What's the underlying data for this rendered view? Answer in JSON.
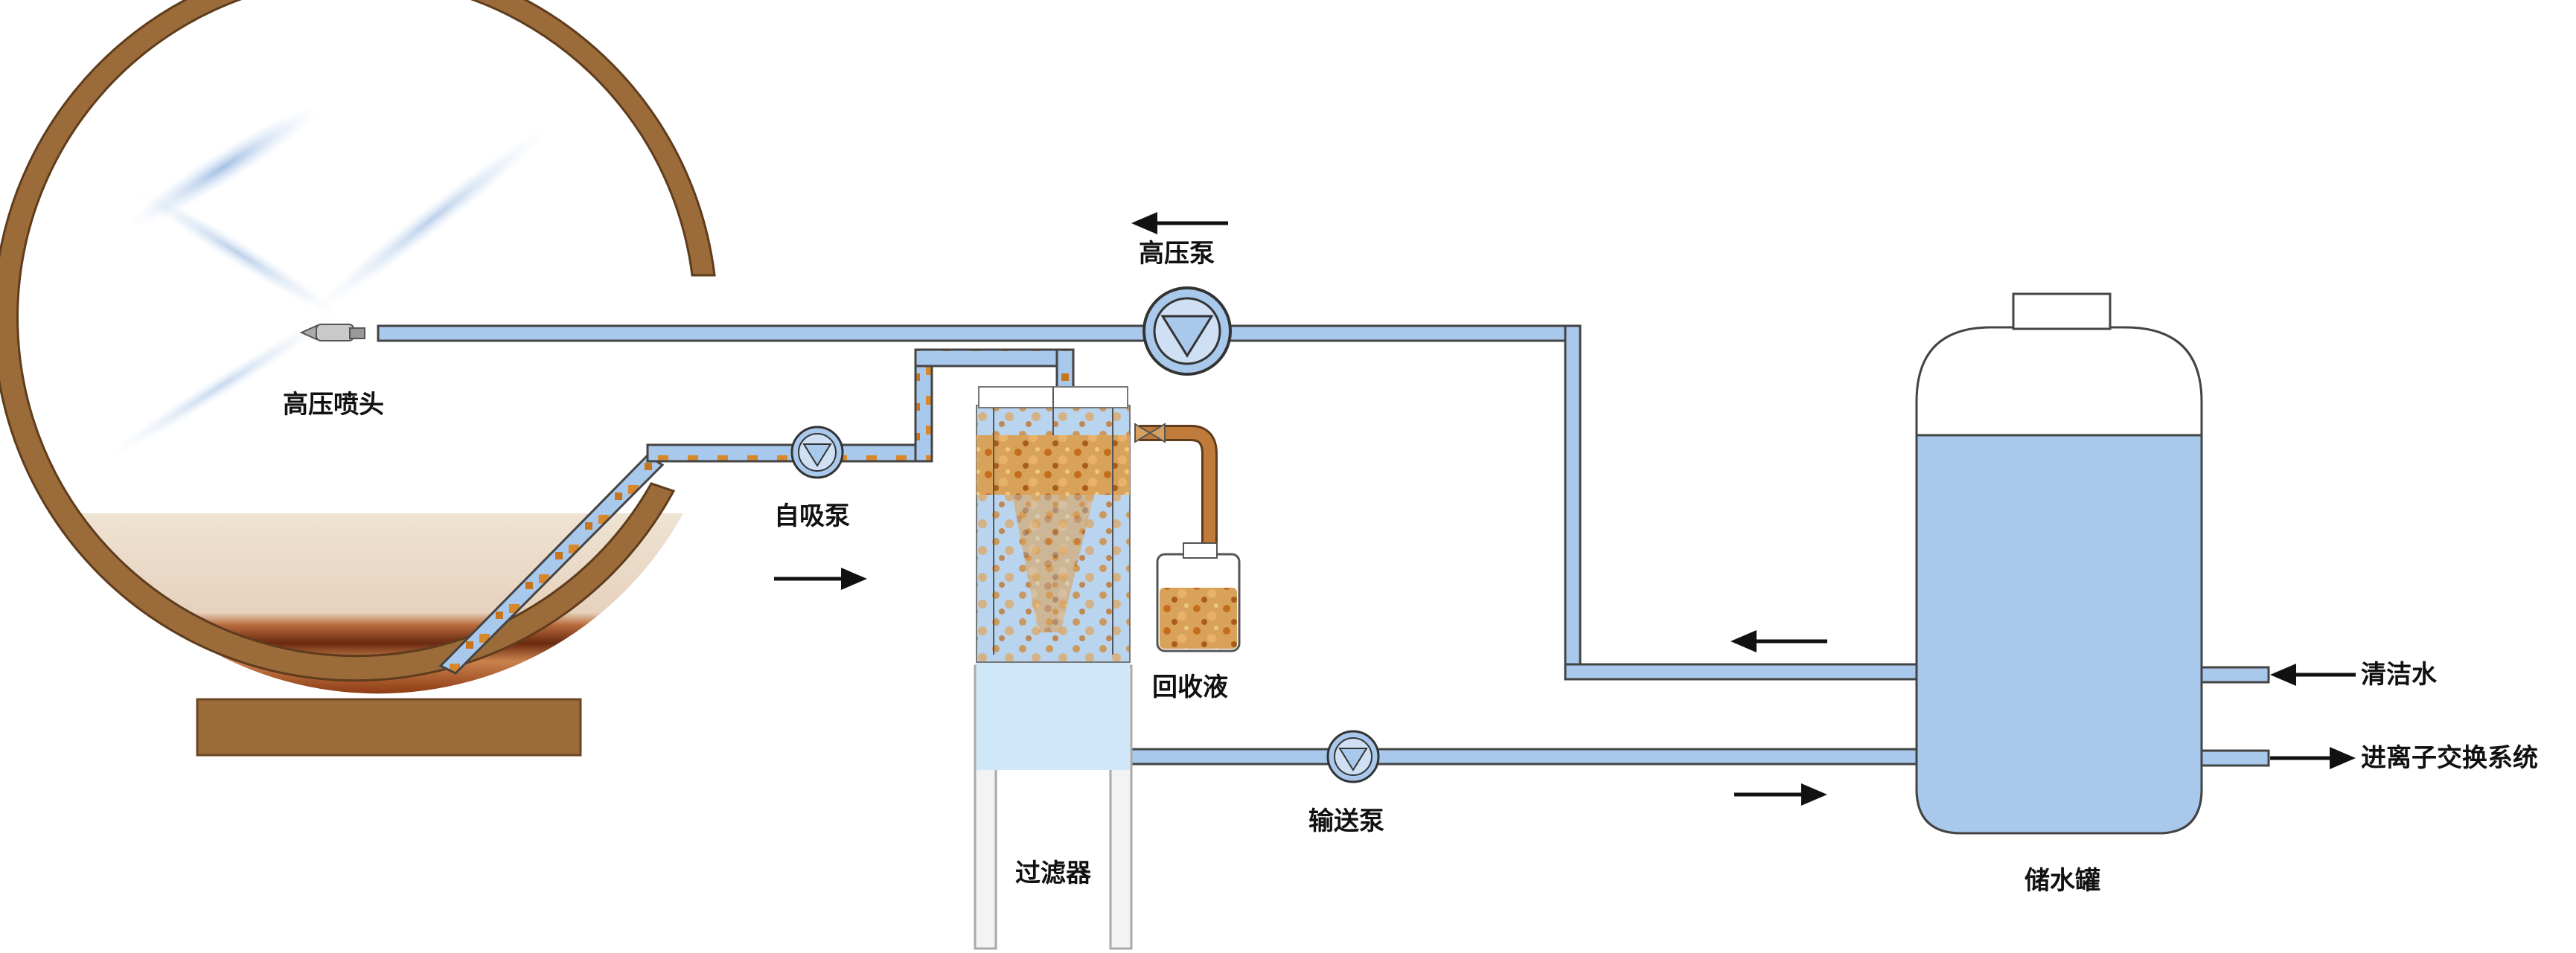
{
  "labels": {
    "nozzle": "高压喷头",
    "high_pressure_pump": "高压泵",
    "self_priming_pump": "自吸泵",
    "recovery_liquid": "回收液",
    "filter": "过滤器",
    "transfer_pump": "输送泵",
    "storage_tank": "储水罐",
    "clean_water": "清洁水",
    "to_ion_exchange": "进离子交换系统"
  },
  "colors": {
    "pipe_fill": "#a9c9ec",
    "pipe_stroke": "#444444",
    "drum": "#9b6b3a",
    "base": "#9b6b3a",
    "tank_water": "#a9c9ec",
    "sludge": "#d8882a",
    "arrow": "#111111"
  }
}
